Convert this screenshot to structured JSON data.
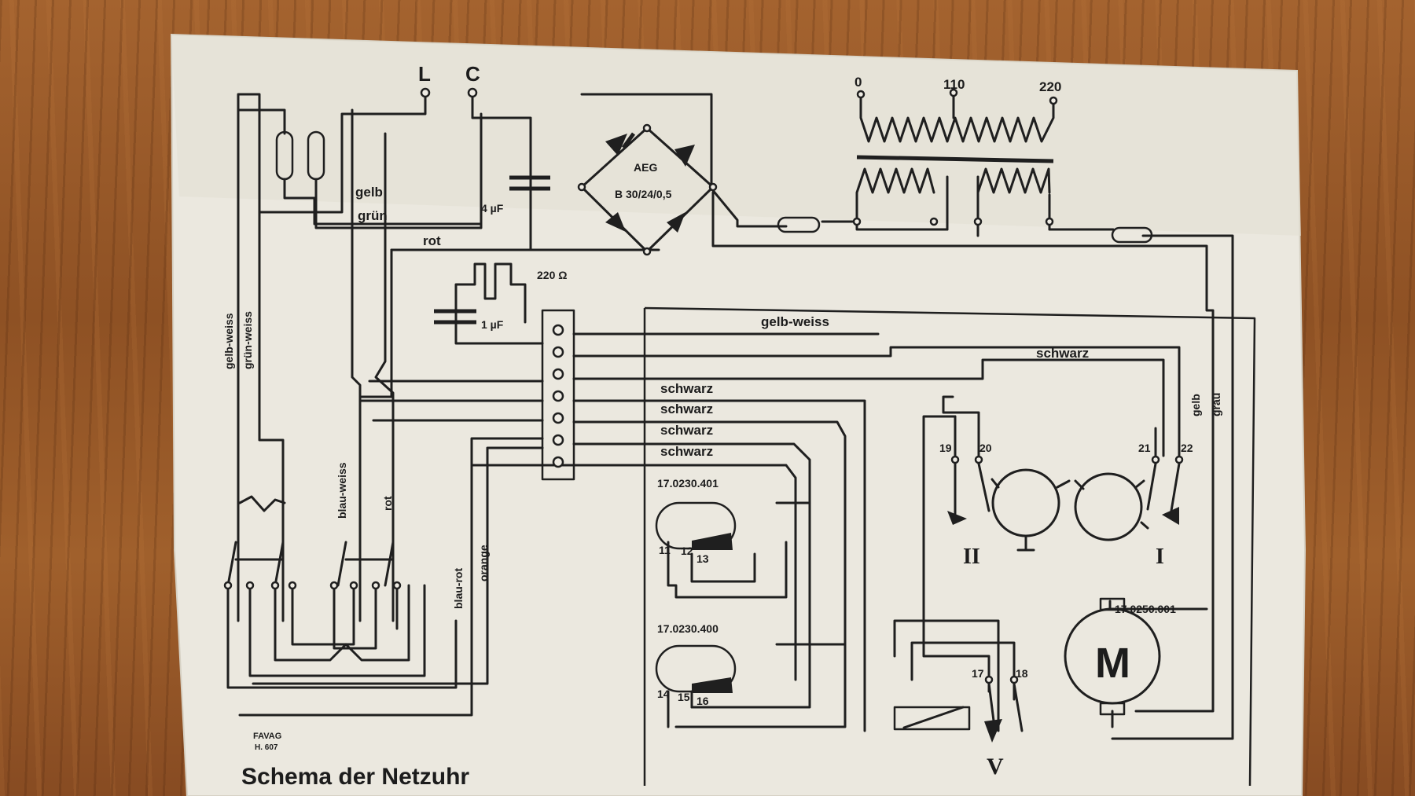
{
  "diagram": {
    "title": "Schema der Netzuhr",
    "maker": [
      "FAVAG",
      "H. 607"
    ],
    "mains_terminals": {
      "l": "L",
      "c": "C"
    },
    "transformer_taps": {
      "t0": "0",
      "t110": "110",
      "t220": "220"
    },
    "rectifier": {
      "brand": "AEG",
      "type": "B 30/24/0,5"
    },
    "capacitor_4": "4 µF",
    "capacitor_1": "1 µF",
    "resistor_220": "220 Ω",
    "wires": {
      "gelb": "gelb",
      "gruen": "grün",
      "rot_top": "rot",
      "gelb_weiss_top": "gelb-weiss",
      "schwarz_right": "schwarz",
      "schwarz_1": "schwarz",
      "schwarz_2": "schwarz",
      "schwarz_3": "schwarz",
      "schwarz_4": "schwarz",
      "gelb_weiss_side": "gelb-weiss",
      "gruen_weiss_side": "grün-weiss",
      "blau_weiss": "blau-weiss",
      "rot_side": "rot",
      "blau_rot": "blau-rot",
      "orange": "orange",
      "gelb_right": "gelb",
      "grau_right": "grau"
    },
    "parts": {
      "relay_401": "17.0230.401",
      "relay_400": "17.0230.400",
      "motor_no": "17.0250.001",
      "motor_sym": "M"
    },
    "contacts": {
      "c19": "19",
      "c20": "20",
      "c21": "21",
      "c22": "22",
      "c17": "17",
      "c18": "18",
      "c11": "11",
      "c12": "12",
      "c13": "13",
      "c14": "14",
      "c15": "15",
      "c16": "16"
    },
    "roman": {
      "r2": "II",
      "r1": "I",
      "r5": "V"
    }
  }
}
